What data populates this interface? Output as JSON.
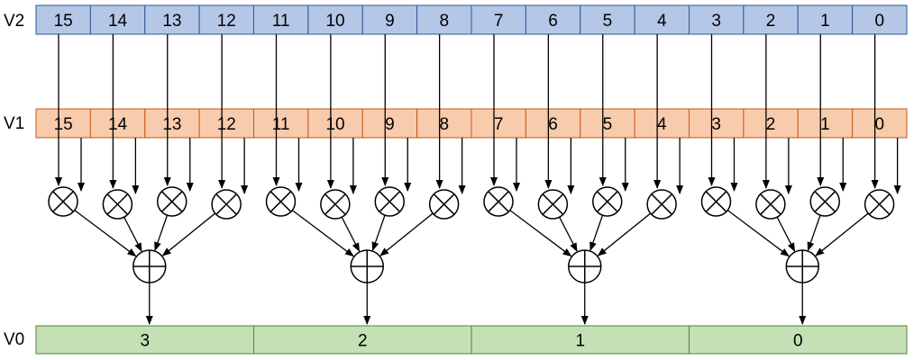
{
  "rows": {
    "v2": {
      "label": "V2",
      "fill": "#b4c7e7",
      "cells": [
        "15",
        "14",
        "13",
        "12",
        "11",
        "10",
        "9",
        "8",
        "7",
        "6",
        "5",
        "4",
        "3",
        "2",
        "1",
        "0"
      ]
    },
    "v1": {
      "label": "V1",
      "fill": "#f8cbad",
      "cells": [
        "15",
        "14",
        "13",
        "12",
        "11",
        "10",
        "9",
        "8",
        "7",
        "6",
        "5",
        "4",
        "3",
        "2",
        "1",
        "0"
      ]
    },
    "v0": {
      "label": "V0",
      "fill": "#c5e0b4",
      "cells": [
        "3",
        "2",
        "1",
        "0"
      ]
    }
  },
  "operators": {
    "multiply_icon": "multiply-circle-icon",
    "add_icon": "plus-circle-icon",
    "multiply_count": 16,
    "add_count": 4
  },
  "colors": {
    "stroke": "#000000",
    "cell_border": "#2f5597",
    "v1_border": "#c55a11",
    "v0_border": "#548235"
  }
}
